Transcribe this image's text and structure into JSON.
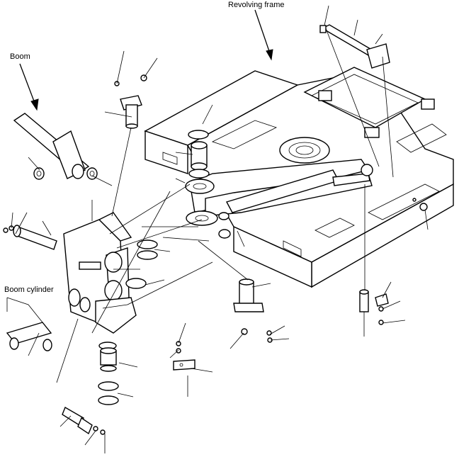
{
  "labels": {
    "revolving_frame": "Revolving frame",
    "boom": "Boom",
    "boom_cylinder": "Boom cylinder"
  },
  "colors": {
    "ink": "#000000",
    "paper": "#ffffff"
  }
}
